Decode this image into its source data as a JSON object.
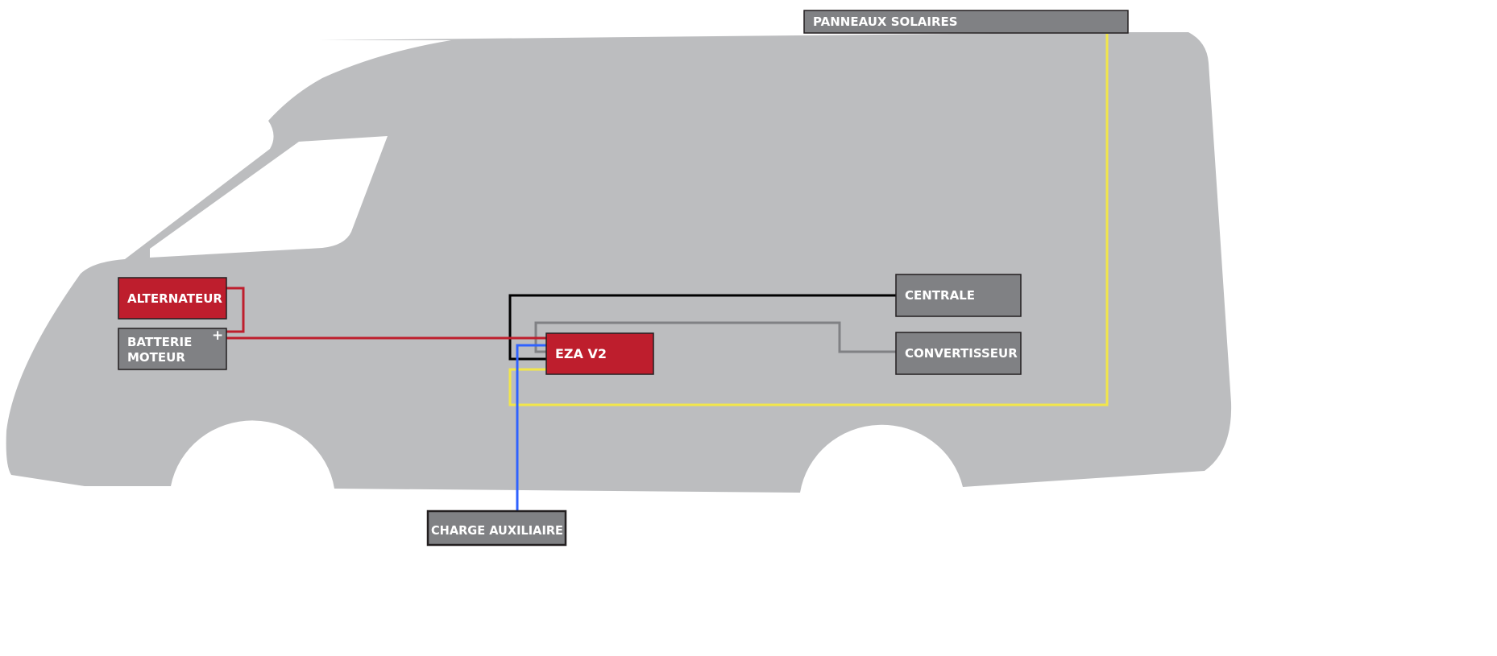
{
  "colors": {
    "vehicle": "#bcbdbf",
    "box_red": "#be1e2d",
    "box_gray": "#808184",
    "box_border": "#231f20",
    "text": "#ffffff",
    "wire_red": "#be1e2d",
    "wire_black": "#000000",
    "wire_gray": "#808184",
    "wire_yellow": "#f2e64a",
    "wire_blue": "#2f62ff"
  },
  "labels": {
    "solar_panels": "PANNEAUX SOLAIRES",
    "alternator": "ALTERNATEUR",
    "engine_battery_line1": "BATTERIE",
    "engine_battery_line2": "MOTEUR",
    "battery_plus": "+",
    "eza": "EZA V2",
    "central_unit": "CENTRALE",
    "converter": "CONVERTISSEUR",
    "auxiliary_charge": "CHARGE AUXILIAIRE"
  }
}
